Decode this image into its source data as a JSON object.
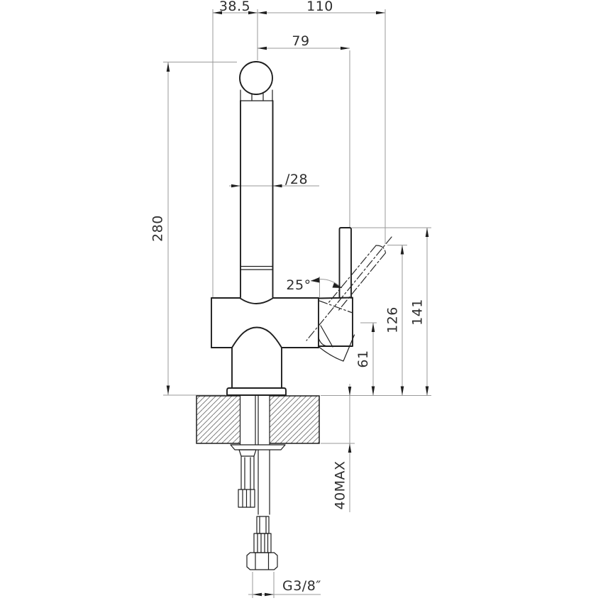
{
  "drawing": {
    "type": "technical-dimension-drawing",
    "subject": "single-lever-kitchen-mixer-tap-side-view",
    "dimensions": {
      "spout_offset": "38.5",
      "lever_reach": "110",
      "spout_reach": "79",
      "spout_diameter": "∕28",
      "total_height": "280",
      "lever_angle": "25°",
      "lever_low_height": "61",
      "lever_open_height": "126",
      "lever_closed_height": "141",
      "max_counter_thickness": "40MAX",
      "supply_thread": "G3/8″"
    },
    "colors": {
      "object_line": "#1f1f1f",
      "dimension_line": "#9a9a9a",
      "text": "#2e2e2e",
      "hatch": "#6f6f6f",
      "background": "#ffffff"
    }
  }
}
